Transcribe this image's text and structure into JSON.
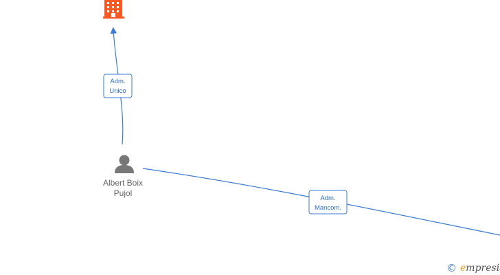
{
  "nodes": {
    "company": {
      "icon": "building-icon",
      "color": "#ff5722"
    },
    "person": {
      "icon": "person-icon",
      "color": "#777777",
      "name_line1": "Albert Boix",
      "name_line2": "Pujol"
    }
  },
  "edges": [
    {
      "id": "edge-unico",
      "label_line1": "Adm.",
      "label_line2": "Unico"
    },
    {
      "id": "edge-mancom",
      "label_line1": "Adm.",
      "label_line2": "Mancom."
    }
  ],
  "watermark": {
    "copyright": "©",
    "brand_initial": "e",
    "brand_rest": "mpresia"
  },
  "colors": {
    "edge": "#3a7bd5",
    "company": "#ff5722",
    "person": "#777777"
  }
}
